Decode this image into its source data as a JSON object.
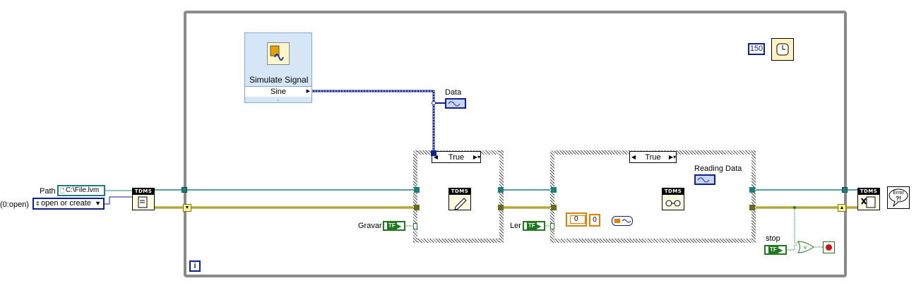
{
  "front": {
    "path_label": "Path",
    "path_value": "C:\\File.lvm",
    "open_label": "(0:open)",
    "open_value": "open or create"
  },
  "simulate_signal": {
    "title": "Simulate Signal",
    "output_label": "Sine"
  },
  "indicators": {
    "data_label": "Data",
    "reading_data_label": "Reading Data"
  },
  "controls": {
    "gravar_label": "Gravar",
    "ler_label": "Ler",
    "stop_label": "stop",
    "bool_text": "TF"
  },
  "cases": {
    "write_case_value": "True",
    "read_case_value": "True"
  },
  "wait": {
    "ms_value": "150"
  },
  "read_consts": {
    "offset": "0",
    "count": "0"
  },
  "loop": {
    "iteration_label": "i"
  },
  "tdms_label": "TDMS",
  "error_label": "Error",
  "colors": {
    "dynamic_wire": "#10208c",
    "refnum_wire": "#1f7f7f",
    "error_wire": "#c8b400",
    "boolean_wire": "#1f7a1f",
    "numeric_wire": "#e08000",
    "loop_border": "#8a8a8a"
  }
}
